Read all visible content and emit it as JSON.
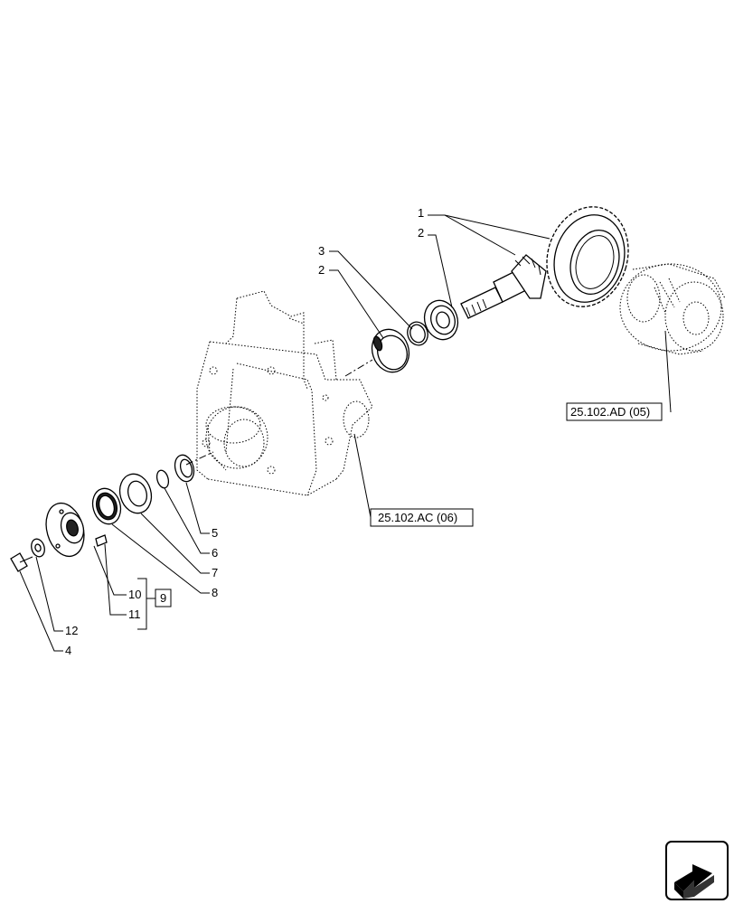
{
  "callouts": {
    "c1": "1",
    "c2a": "2",
    "c3": "3",
    "c2b": "2",
    "c5": "5",
    "c6": "6",
    "c7": "7",
    "c8": "8",
    "c9": "9",
    "c10": "10",
    "c11": "11",
    "c12": "12",
    "c4": "4"
  },
  "references": {
    "differential": "25.102.AD (05)",
    "housing": "25.102.AC (06)"
  },
  "icons": {
    "next_page": "next-page-arrow-icon"
  }
}
